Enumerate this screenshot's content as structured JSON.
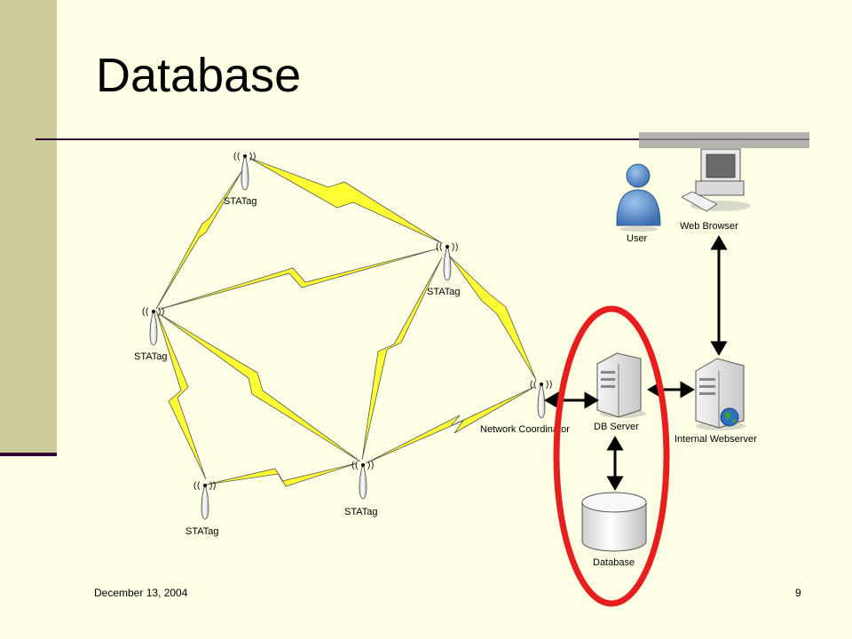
{
  "slide": {
    "title": "Database",
    "date": "December 13, 2004",
    "page_number": "9"
  },
  "diagram": {
    "labels": {
      "tag_top": "STATag",
      "tag_right": "STATag",
      "tag_left": "STATag",
      "tag_bottom_left": "STATag",
      "tag_bottom_mid": "STATag",
      "network_coordinator": "Network Coordinator",
      "db_server": "DB Server",
      "internal_webserver": "Internal Webserver",
      "database": "Database",
      "user": "User",
      "web_browser": "Web Browser"
    }
  },
  "colors": {
    "background": "#FFFFE5",
    "left_bar": "#CCCC99",
    "rule": "#330033",
    "highlight_ring": "#E81E1E",
    "lightning": "#FFFF33"
  }
}
